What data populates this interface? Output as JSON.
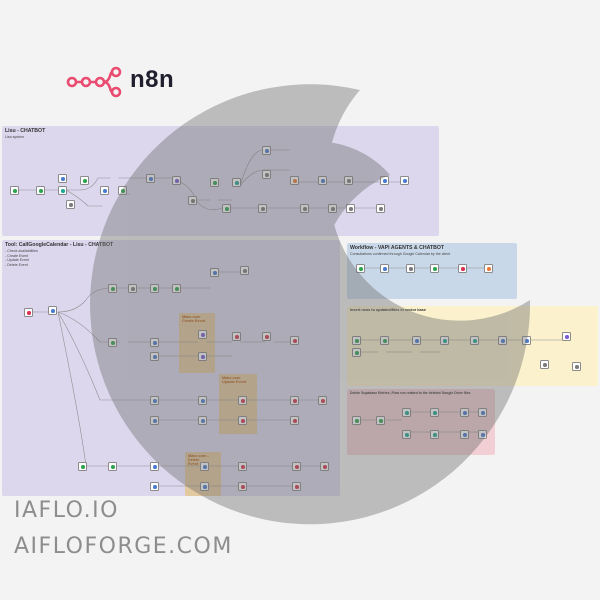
{
  "brand": {
    "name": "n8n",
    "color": "#ea4b71"
  },
  "groups": {
    "lisa_chatbot": {
      "title": "Lisu - CHATBOT",
      "subtitle": "Lisa system",
      "color": "#ddd7ee"
    },
    "calendar_tool": {
      "title": "Tool: CallGoogleCalendar - Lisu - CHATBOT",
      "subtitle": "- Check availabilities\n- Create Event\n- Update Event\n- Delete Event",
      "color": "#ddd7ee"
    },
    "vapi": {
      "title": "Workflow - VAPI AGENTS & CHATBOT",
      "subtitle": "Consultations confirmed through Google Calendar by the client",
      "color": "#c9d8e8"
    },
    "vector_insert": {
      "title": "Insert rows to updated/files in vector base",
      "color": "#fbf1cd"
    },
    "vector_delete": {
      "title": "Delete Supabase Entries, Flow run related to the deleted Google Drive files",
      "color": "#f1cfd4"
    }
  },
  "notes": {
    "create_event": {
      "title": "Make.com\nCreate Event"
    },
    "update_event": {
      "title": "Make.com\nUpdate Event"
    },
    "delete_event": {
      "title": "Make.com - Delete\nEvent"
    }
  },
  "watermark": {
    "line1": "IAFLO.IO",
    "line2": "AIFLOFORGE.COM"
  },
  "icons": {
    "trigger": "trigger-icon",
    "ai_agent": "ai-agent-icon",
    "google_calendar": "google-calendar-icon",
    "code": "code-icon",
    "webhook": "webhook-icon",
    "supabase": "supabase-icon",
    "google_drive": "google-drive-icon",
    "if": "if-icon"
  },
  "colors": {
    "node_green": "#2ea44f",
    "node_blue": "#4a7bd0",
    "node_red": "#d6334d",
    "node_orange": "#ee7a3a",
    "node_gray": "#7b7b7b",
    "node_teal": "#1ea896",
    "node_purple": "#7c5bd6",
    "edge": "#8f8f8f"
  }
}
